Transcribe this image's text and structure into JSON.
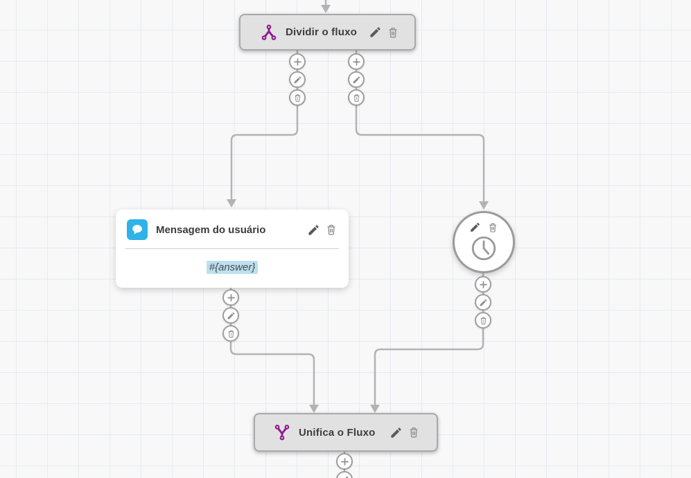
{
  "colors": {
    "canvas-bg": "#f8f8f9",
    "grid-line": "#e7eaf0",
    "connector": "#b3b3b3",
    "node-fill": "#e1e1e1",
    "node-border": "#a9a9a9",
    "node-text": "#3c3c3c",
    "accent-purple": "#8f1a8f",
    "accent-blue": "#2fb2e9",
    "variable-highlight": "#bce0ef",
    "icon-dark": "#5a5a5a",
    "icon-light": "#8f8f8f"
  },
  "nodes": {
    "divide_flow": {
      "label": "Dividir o fluxo",
      "icon": "split-flow-icon"
    },
    "user_message": {
      "title": "Mensagem do usuário",
      "icon": "chat-bubble-icon",
      "body_variable": "#{answer}"
    },
    "timer": {
      "icon": "clock-icon"
    },
    "merge_flow": {
      "label": "Unifica o Fluxo",
      "icon": "merge-flow-icon"
    }
  },
  "node_actions": {
    "edit": "edit-pencil-icon",
    "delete": "trash-icon"
  },
  "connector_actions": {
    "add": "plus-icon",
    "edit": "edit-pencil-icon",
    "delete": "trash-icon"
  }
}
